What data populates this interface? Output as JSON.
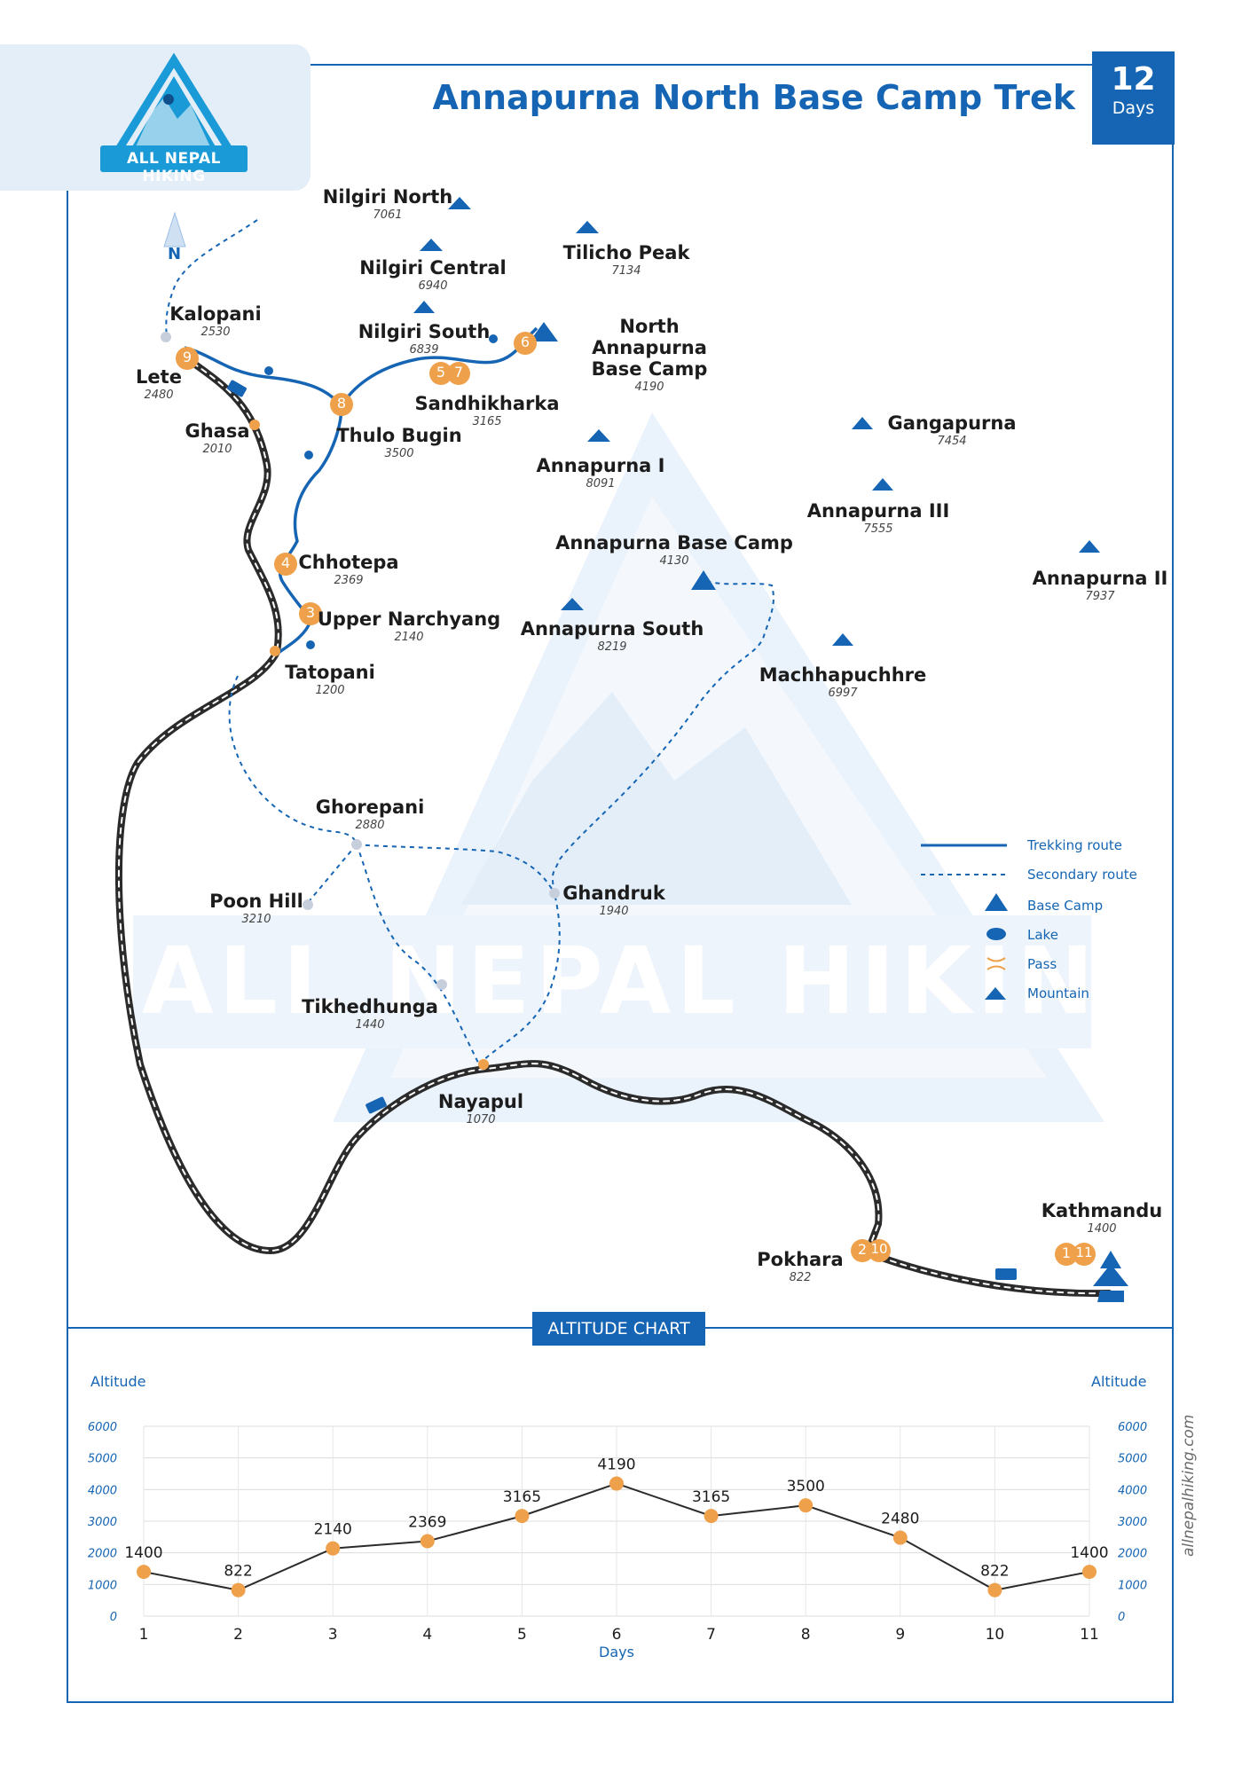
{
  "title": "Annapurna North Base Camp Trek",
  "duration": {
    "number": "12",
    "label": "Days"
  },
  "logo_text": "ALL NEPAL HIKING",
  "watermark_text": "ALL NEPAL HIKING",
  "compass": "N",
  "places": [
    {
      "name": "Nilgiri North",
      "alt": "7061"
    },
    {
      "name": "Nilgiri Central",
      "alt": "6940"
    },
    {
      "name": "Nilgiri South",
      "alt": "6839"
    },
    {
      "name": "Tilicho Peak",
      "alt": "7134"
    },
    {
      "name": "North Annapurna Base Camp",
      "alt": "4190"
    },
    {
      "name": "Kalopani",
      "alt": "2530"
    },
    {
      "name": "Lete",
      "alt": "2480"
    },
    {
      "name": "Ghasa",
      "alt": "2010"
    },
    {
      "name": "Thulo Bugin",
      "alt": "3500"
    },
    {
      "name": "Sandhikharka",
      "alt": "3165"
    },
    {
      "name": "Gangapurna",
      "alt": "7454"
    },
    {
      "name": "Annapurna I",
      "alt": "8091"
    },
    {
      "name": "Annapurna III",
      "alt": "7555"
    },
    {
      "name": "Chhotepa",
      "alt": "2369"
    },
    {
      "name": "Annapurna Base Camp",
      "alt": "4130"
    },
    {
      "name": "Annapurna II",
      "alt": "7937"
    },
    {
      "name": "Upper Narchyang",
      "alt": "2140"
    },
    {
      "name": "Annapurna South",
      "alt": "8219"
    },
    {
      "name": "Tatopani",
      "alt": "1200"
    },
    {
      "name": "Machhapuchhre",
      "alt": "6997"
    },
    {
      "name": "Ghorepani",
      "alt": "2880"
    },
    {
      "name": "Poon Hill",
      "alt": "3210"
    },
    {
      "name": "Ghandruk",
      "alt": "1940"
    },
    {
      "name": "Tikhedhunga",
      "alt": "1440"
    },
    {
      "name": "Nayapul",
      "alt": "1070"
    },
    {
      "name": "Kathmandu",
      "alt": "1400"
    },
    {
      "name": "Pokhara",
      "alt": "822"
    }
  ],
  "stops": [
    "9",
    "8",
    "5",
    "7",
    "6",
    "4",
    "3",
    "2",
    "10",
    "1",
    "11"
  ],
  "legend": {
    "trekking_route": "Trekking route",
    "secondary_route": "Secondary route",
    "base_camp": "Base Camp",
    "lake": "Lake",
    "pass": "Pass",
    "mountain": "Mountain"
  },
  "colors": {
    "brand_blue": "#1565b4",
    "stop_orange": "#eea04a",
    "road": "#2b2b2b"
  },
  "site": "allnepalhiking.com",
  "chart_data": {
    "type": "line",
    "title": "ALTITUDE CHART",
    "xlabel": "Days",
    "ylabel": "Altitude",
    "ylabel_right": "Altitude",
    "x": [
      1,
      2,
      3,
      4,
      5,
      6,
      7,
      8,
      9,
      10,
      11
    ],
    "values": [
      1400,
      822,
      2140,
      2369,
      3165,
      4190,
      3165,
      3500,
      2480,
      822,
      1400
    ],
    "yticks": [
      0,
      1000,
      2000,
      3000,
      4000,
      5000,
      6000
    ],
    "ylim": [
      0,
      6000
    ],
    "grid": true,
    "line_color": "#2b2b2b",
    "marker_color": "#eea04a"
  }
}
